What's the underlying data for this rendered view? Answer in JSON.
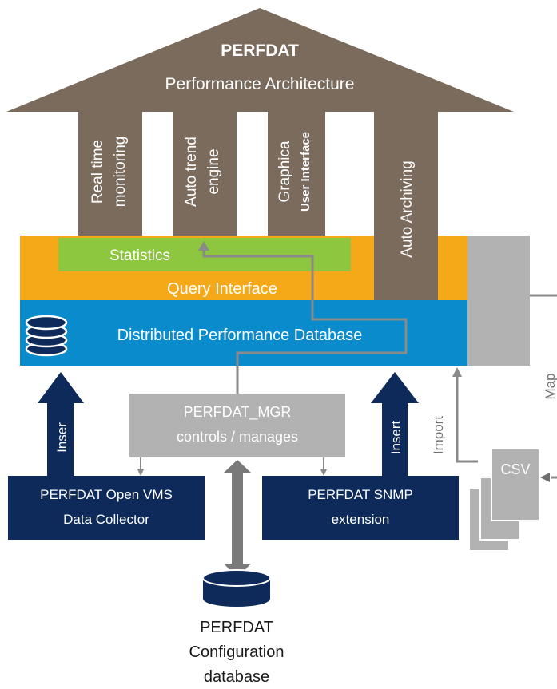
{
  "roof": {
    "title": "PERFDAT",
    "subtitle": "Performance Architecture"
  },
  "pillars": [
    {
      "line1": "Real time",
      "line2": "monitoring"
    },
    {
      "line1": "Auto trend",
      "line2": "engine"
    },
    {
      "line1": "Graphica",
      "line2": "User Interface"
    },
    {
      "line1": "Auto Archiving",
      "line2": ""
    }
  ],
  "layers": {
    "statistics": "Statistics",
    "query_interface": "Query Interface",
    "database": "Distributed Performance Database"
  },
  "manager": {
    "line1": "PERFDAT_MGR",
    "line2": "controls / manages"
  },
  "collectors": [
    {
      "line1": "PERFDAT Open VMS",
      "line2": "Data Collector",
      "arrow_label": "Inser"
    },
    {
      "line1": "PERFDAT SNMP",
      "line2": "extension",
      "arrow_label": "Insert"
    }
  ],
  "import_label": "Import",
  "csv_label": "CSV",
  "map_label": "Map",
  "config_db": {
    "line1": "PERFDAT",
    "line2": "Configuration",
    "line3": "database"
  },
  "colors": {
    "taupe": "#7a6b5d",
    "orange": "#f5a818",
    "green": "#8dc63f",
    "blue": "#0a8ccc",
    "navy": "#0e2a5a",
    "grey": "#b2b2b2",
    "dark_grey": "#6f6f6f"
  }
}
